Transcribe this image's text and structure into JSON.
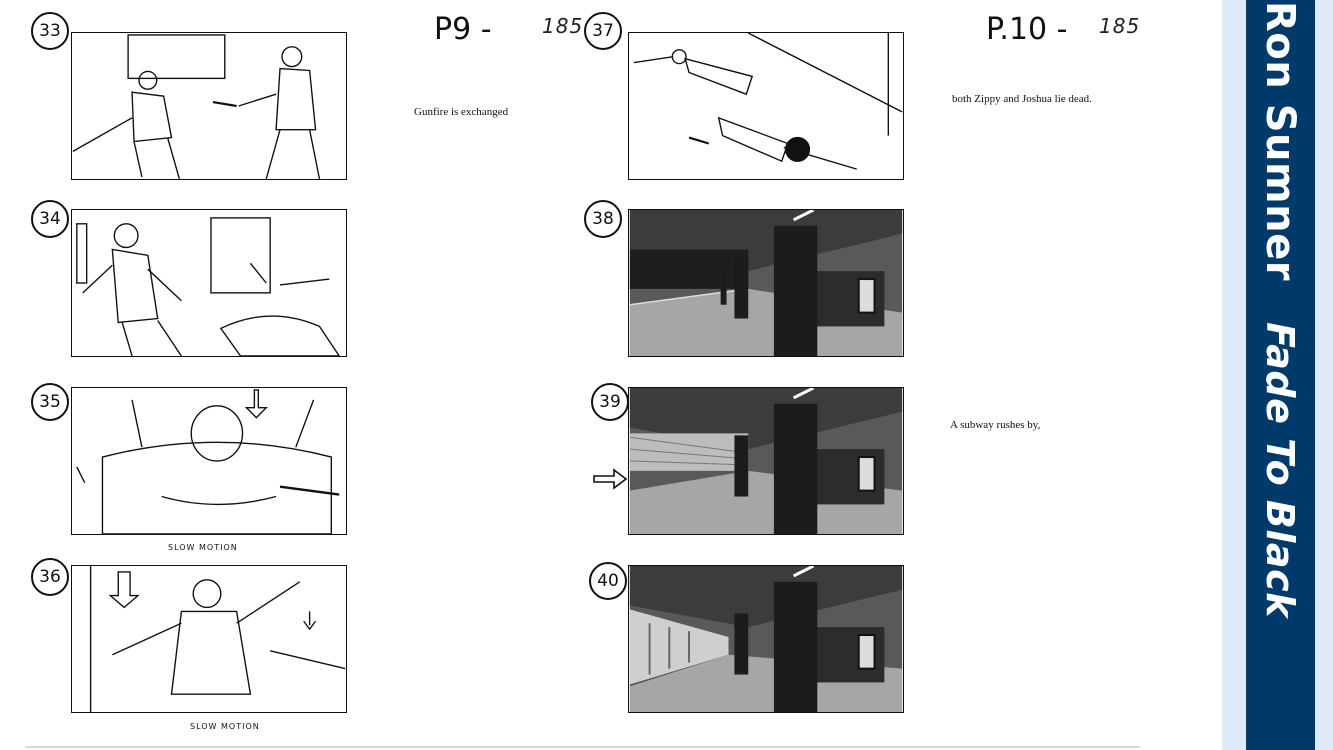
{
  "sidebar": {
    "author": "Ron Sumner",
    "title": "Fade To Black"
  },
  "pages": [
    {
      "label": "P9 -",
      "count": "185"
    },
    {
      "label": "P.10 -",
      "count": "185"
    }
  ],
  "shots": [
    {
      "number": "33",
      "caption": "Gunfire is exchanged"
    },
    {
      "number": "34"
    },
    {
      "number": "35",
      "note": "SLOW MOTION"
    },
    {
      "number": "36",
      "note": "SLOW MOTION"
    },
    {
      "number": "37",
      "caption": "both  Zippy and Joshua lie dead."
    },
    {
      "number": "38"
    },
    {
      "number": "39",
      "caption": "A subway rushes by,"
    },
    {
      "number": "40"
    }
  ]
}
